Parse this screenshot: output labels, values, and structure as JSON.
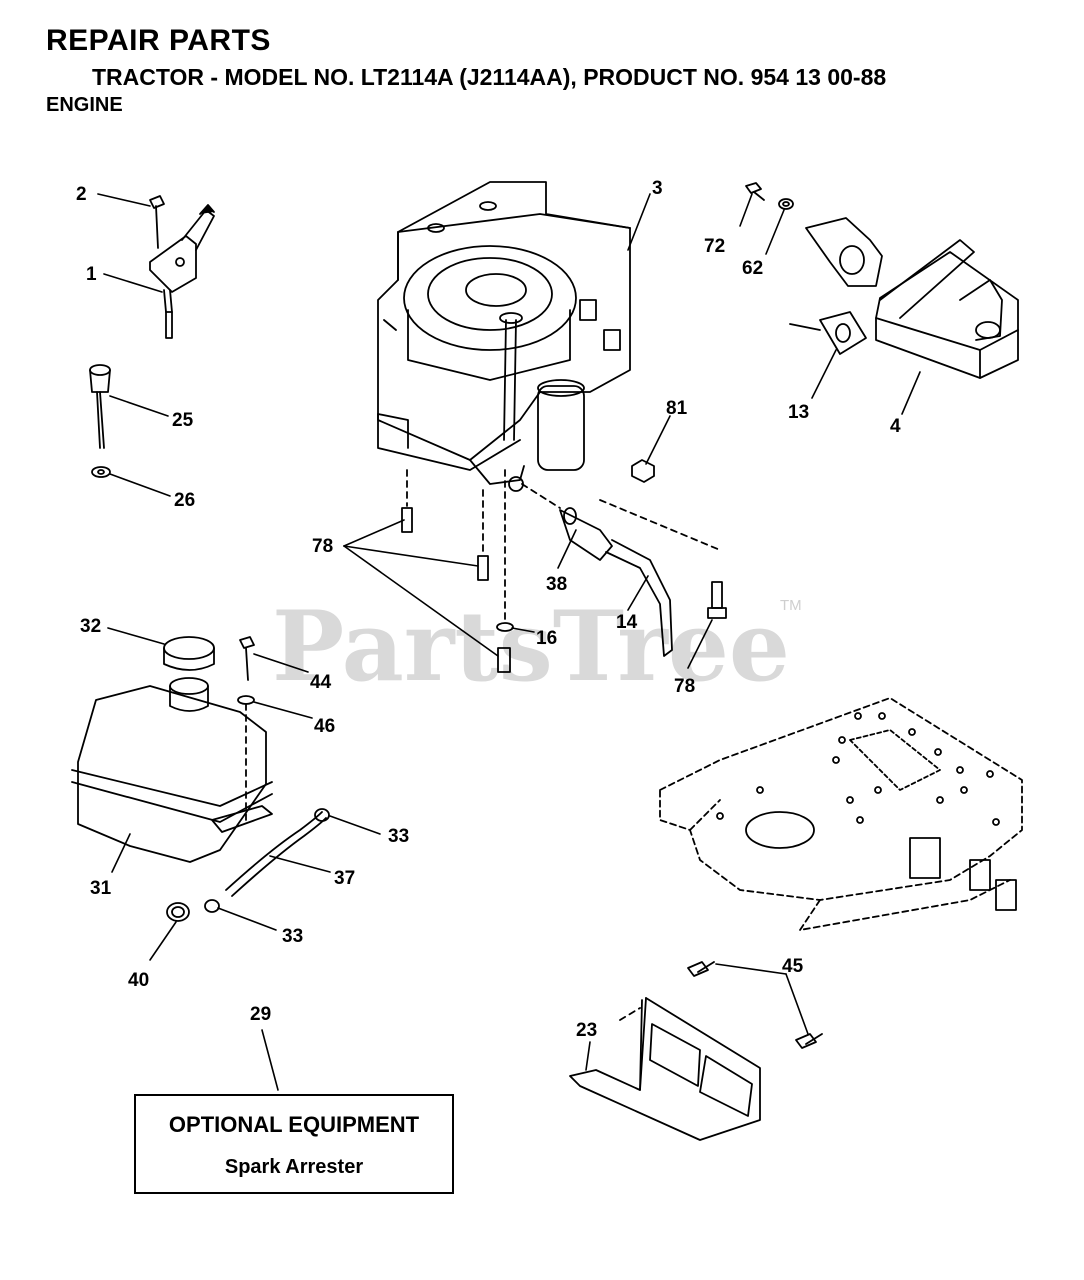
{
  "header": {
    "title": "REPAIR PARTS",
    "subtitle": "TRACTOR - MODEL NO. LT2114A (J2114AA), PRODUCT NO. 954 13 00-88",
    "section": "ENGINE"
  },
  "watermark": {
    "text": "PartsTree",
    "tm": "TM"
  },
  "callouts": {
    "c1": "1",
    "c2": "2",
    "c3": "3",
    "c4": "4",
    "c13": "13",
    "c14": "14",
    "c16": "16",
    "c23": "23",
    "c25": "25",
    "c26": "26",
    "c29": "29",
    "c31": "31",
    "c32": "32",
    "c33a": "33",
    "c33b": "33",
    "c37": "37",
    "c38": "38",
    "c40": "40",
    "c44": "44",
    "c45": "45",
    "c46": "46",
    "c62": "62",
    "c72": "72",
    "c78a": "78",
    "c78b": "78",
    "c81": "81"
  },
  "optional": {
    "line1": "OPTIONAL EQUIPMENT",
    "line2": "Spark Arrester"
  }
}
